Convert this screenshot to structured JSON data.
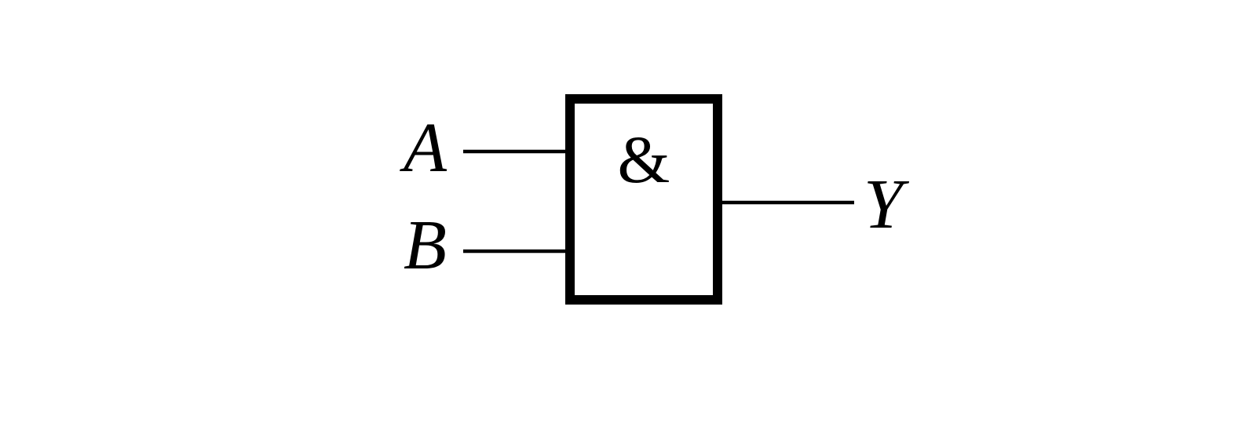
{
  "gate": {
    "type": "AND",
    "symbol": "&"
  },
  "inputs": [
    {
      "label": "A"
    },
    {
      "label": "B"
    }
  ],
  "output": {
    "label": "Y"
  },
  "colors": {
    "stroke": "#000000",
    "background": "#ffffff"
  }
}
